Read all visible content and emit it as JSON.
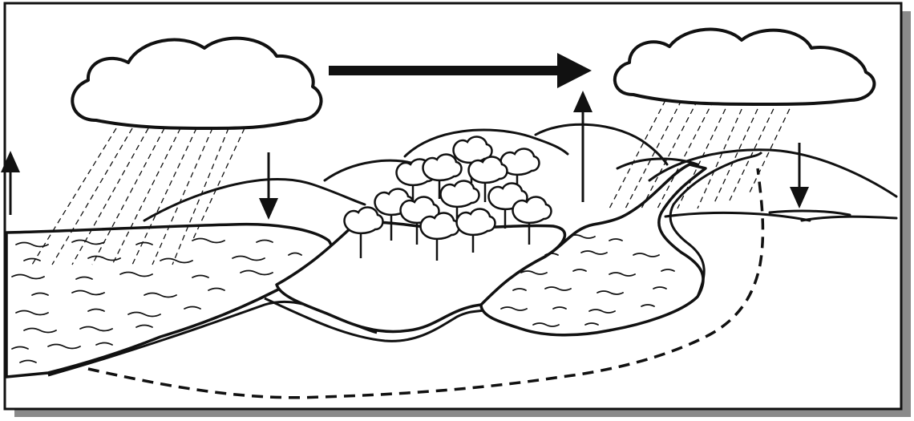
{
  "diagram": {
    "kind": "water cycle line illustration",
    "text_labels": [],
    "colors": {
      "ink": "#111111",
      "paper": "#ffffff",
      "frame_shadow": "#8a8a8a"
    },
    "elements": {
      "clouds": [
        "cloud-left",
        "cloud-right"
      ],
      "arrows": [
        "wind-arrow",
        "evaporation-arrow-left",
        "precipitation-arrow-left",
        "transpiration-arrow",
        "precipitation-arrow-right"
      ],
      "water_bodies": [
        "ocean",
        "lake"
      ],
      "land": [
        "hills",
        "island",
        "river",
        "groundwater-boundary"
      ],
      "vegetation": [
        "tree-cluster"
      ]
    }
  }
}
